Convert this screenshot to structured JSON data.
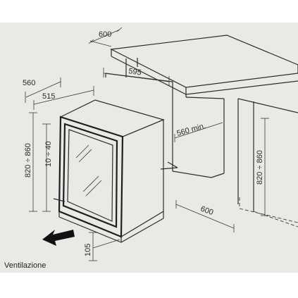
{
  "dimensions": {
    "cabinet_depth_top": "600",
    "unit_depth": "560",
    "unit_body_depth": "515",
    "niche_width": "595",
    "unit_height_range": "820 ÷ 860",
    "adjust_range": "10 ÷ 40",
    "niche_min_depth": "560 min.",
    "niche_height_range": "820 ÷ 860",
    "cabinet_depth_bottom": "600",
    "vent_height": "105"
  },
  "caption": "Ventilazione",
  "colors": {
    "paper": "#e9e9e6",
    "ink": "#2c2c2c",
    "arrow": "#111111"
  }
}
